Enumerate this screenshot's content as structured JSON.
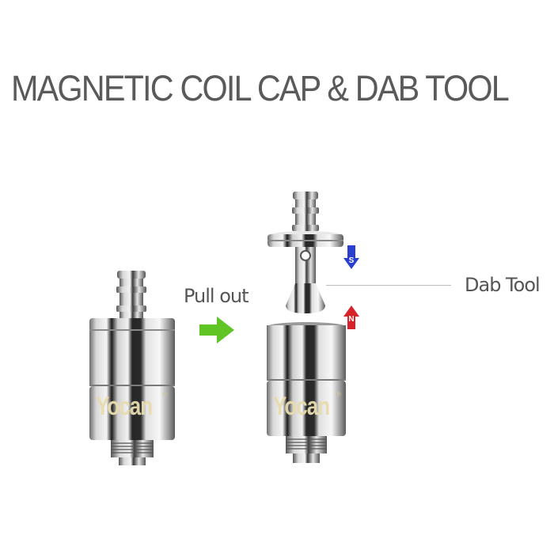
{
  "title": "MAGNETIC COIL CAP & DAB TOOL",
  "labels": {
    "pull_out": "Pull out",
    "dab_tool": "Dab Tool"
  },
  "magnets": {
    "top": {
      "letter": "S",
      "color": "#2a3fd0",
      "direction": "down"
    },
    "bottom": {
      "letter": "N",
      "color": "#d8222a",
      "direction": "up"
    }
  },
  "arrow": {
    "color": "#5fc424",
    "direction": "right"
  },
  "brand": {
    "logo_text": "Yocan",
    "registered": "®"
  },
  "colors": {
    "title": "#5a5a5a",
    "label": "#555555",
    "leader_line": "#bcbcbc",
    "metal_light": "#f2f2f2",
    "metal_dark": "#1e1e1e"
  }
}
